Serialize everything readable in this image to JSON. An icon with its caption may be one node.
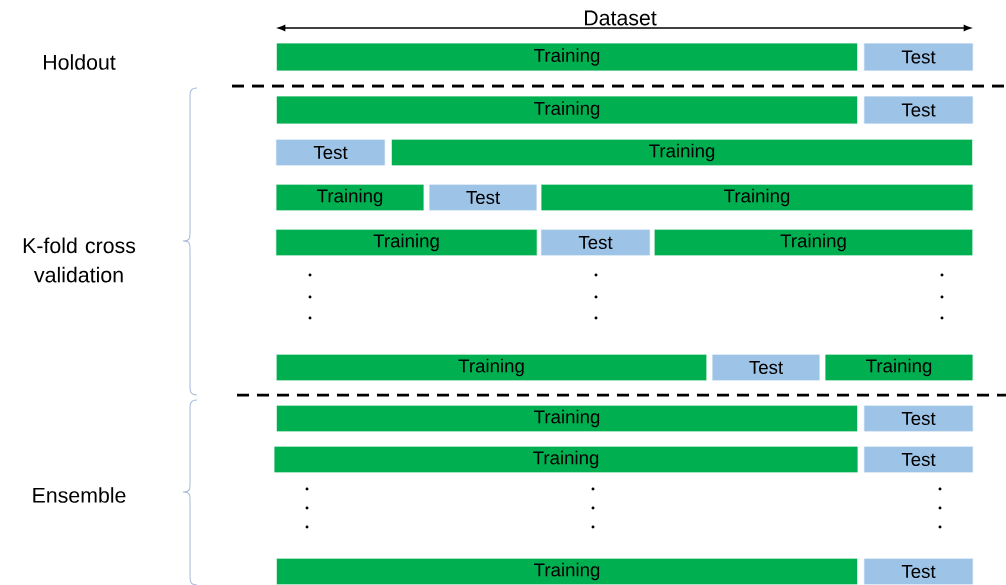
{
  "diagram": {
    "nodes": [
      {
        "text": [
          "Training"
        ]
      },
      {
        "text": [
          "Test"
        ]
      },
      {
        "text": [
          "Training"
        ]
      },
      {
        "text": [
          "Test"
        ]
      },
      {
        "text": [
          "Test"
        ]
      },
      {
        "text": [
          "Training"
        ]
      },
      {
        "text": [
          "Training"
        ]
      },
      {
        "text": [
          "Test"
        ]
      },
      {
        "text": [
          "Training"
        ]
      },
      {
        "text": [
          "Training"
        ]
      },
      {
        "text": [
          "Test"
        ]
      },
      {
        "text": [
          "Training"
        ]
      },
      {
        "text": [
          "Training"
        ]
      },
      {
        "text": [
          "Test"
        ]
      },
      {
        "text": [
          "Training"
        ]
      },
      {
        "text": [
          "Training"
        ]
      },
      {
        "text": [
          "Test"
        ]
      },
      {
        "text": [
          "Training"
        ]
      },
      {
        "text": [
          "Test"
        ]
      },
      {
        "text": [
          "Training"
        ]
      },
      {
        "text": [
          "Test"
        ]
      }
    ],
    "labels": [
      "Dataset",
      "Holdout",
      "K-fold cross validation",
      "Ensemble"
    ]
  }
}
